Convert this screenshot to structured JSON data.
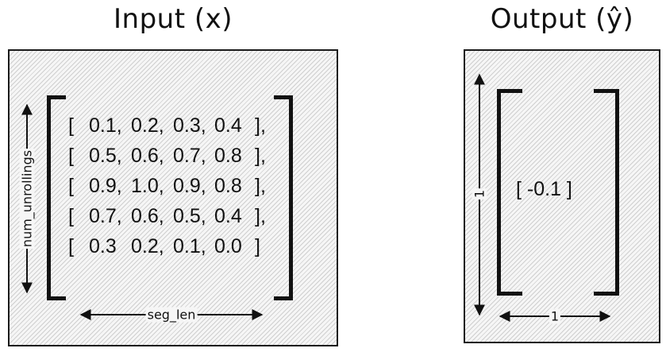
{
  "input": {
    "title": "Input (x)",
    "rows": [
      [
        "[",
        "0.1,",
        "0.2,",
        "0.3,",
        "0.4",
        "],"
      ],
      [
        "[",
        "0.5,",
        "0.6,",
        "0.7,",
        "0.8",
        "],"
      ],
      [
        "[",
        "0.9,",
        "1.0,",
        "0.9,",
        "0.8",
        "],"
      ],
      [
        "[",
        "0.7,",
        "0.6,",
        "0.5,",
        "0.4",
        "],"
      ],
      [
        "[",
        "0.3",
        "0.2,",
        "0.1,",
        "0.0",
        "]"
      ]
    ],
    "vertical_label": "num_unrollings",
    "horizontal_label": "seg_len"
  },
  "output": {
    "title": "Output (ŷ)",
    "value": "[ -0.1 ]",
    "vertical_label": "1",
    "horizontal_label": "1"
  }
}
